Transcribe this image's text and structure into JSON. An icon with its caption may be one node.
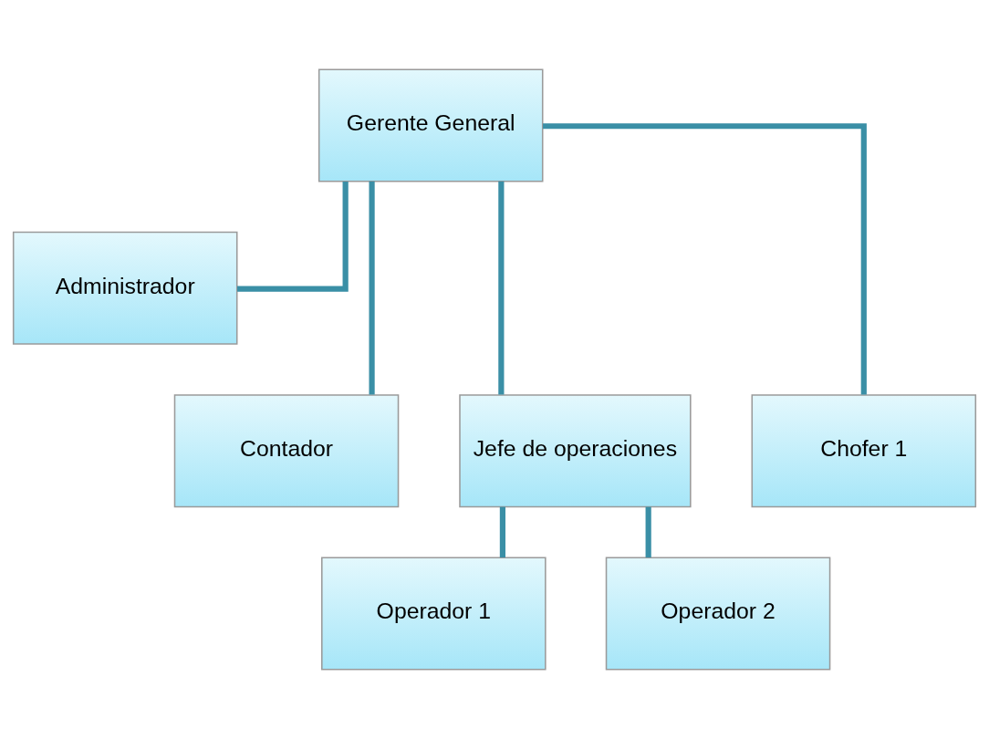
{
  "diagram": {
    "nodes": [
      {
        "text": [
          "Gerente General"
        ]
      },
      {
        "text": [
          "Administrador"
        ]
      },
      {
        "text": [
          "Contador"
        ]
      },
      {
        "text": [
          "Jefe de operaciones"
        ]
      },
      {
        "text": [
          "Chofer 1"
        ]
      },
      {
        "text": [
          "Operador 1"
        ]
      },
      {
        "text": [
          "Operador 2"
        ]
      }
    ],
    "edges": [
      {
        "from": 0,
        "to": 1,
        "arrow": "none"
      },
      {
        "from": 0,
        "to": 2,
        "arrow": "none"
      },
      {
        "from": 0,
        "to": 3,
        "arrow": "none"
      },
      {
        "from": 0,
        "to": 4,
        "arrow": "none"
      },
      {
        "from": 3,
        "to": 5,
        "arrow": "none"
      },
      {
        "from": 3,
        "to": 6,
        "arrow": "none"
      }
    ]
  }
}
